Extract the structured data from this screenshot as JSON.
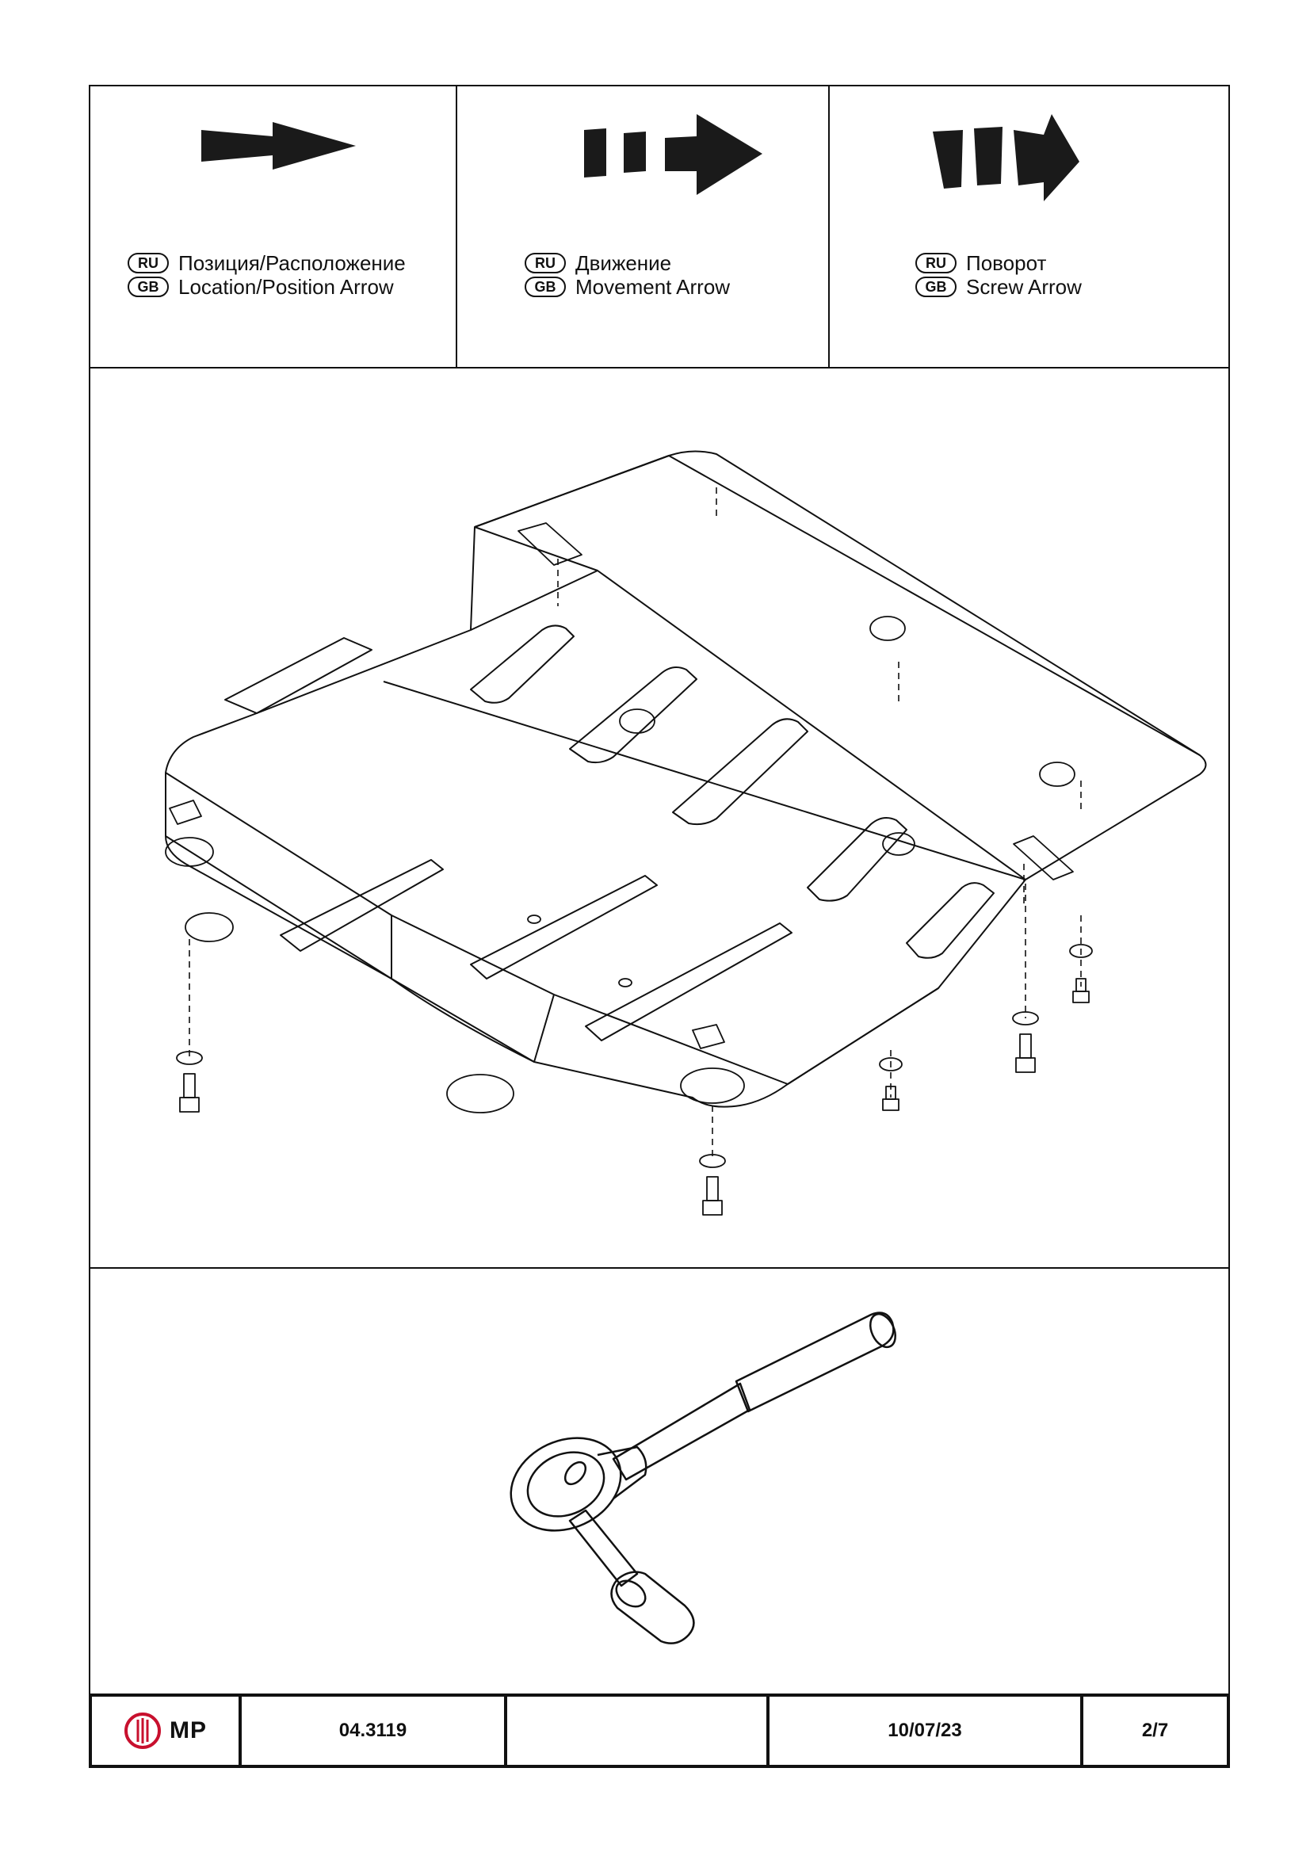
{
  "legend": [
    {
      "ru_badge": "RU",
      "gb_badge": "GB",
      "ru_text": "Позиция/Расположение",
      "gb_text": "Location/Position Arrow",
      "icon": "location-arrow-icon"
    },
    {
      "ru_badge": "RU",
      "gb_badge": "GB",
      "ru_text": "Движение",
      "gb_text": "Movement Arrow",
      "icon": "movement-arrow-icon"
    },
    {
      "ru_badge": "RU",
      "gb_badge": "GB",
      "ru_text": "Поворот",
      "gb_text": "Screw Arrow",
      "icon": "screw-arrow-icon"
    }
  ],
  "diagram": {
    "part": "skid-plate-illustration",
    "tool": "ratchet-wrench-illustration"
  },
  "footer": {
    "logo_text": "MP",
    "logo_color": "#c8102e",
    "part_number": "04.3119",
    "blank": "",
    "date": "10/07/23",
    "page": "2/7"
  }
}
